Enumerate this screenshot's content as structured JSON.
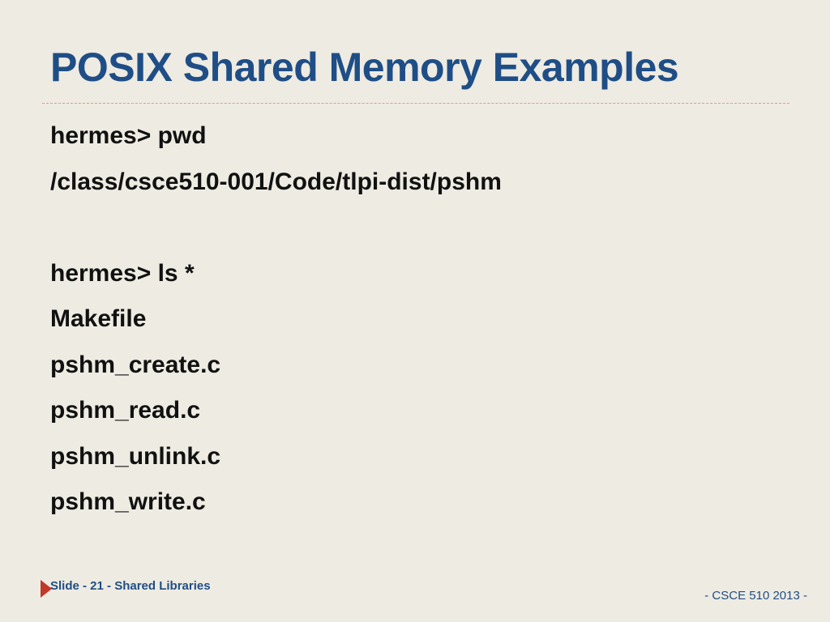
{
  "slide": {
    "title": "POSIX Shared Memory Examples",
    "lines": [
      "hermes> pwd",
      "/class/csce510-001/Code/tlpi-dist/pshm",
      "",
      "hermes> ls *",
      "Makefile",
      "pshm_create.c",
      "pshm_read.c",
      "pshm_unlink.c",
      "pshm_write.c"
    ]
  },
  "footer": {
    "left_text": "Slide - 21 - Shared Libraries",
    "right_text": "- CSCE 510 2013 -"
  },
  "colors": {
    "background": "#eeebe2",
    "title": "#1f4e86",
    "divider": "#e29a8f",
    "marker": "#c0392b"
  },
  "icons": {
    "footer_marker": "triangle-marker-icon"
  }
}
